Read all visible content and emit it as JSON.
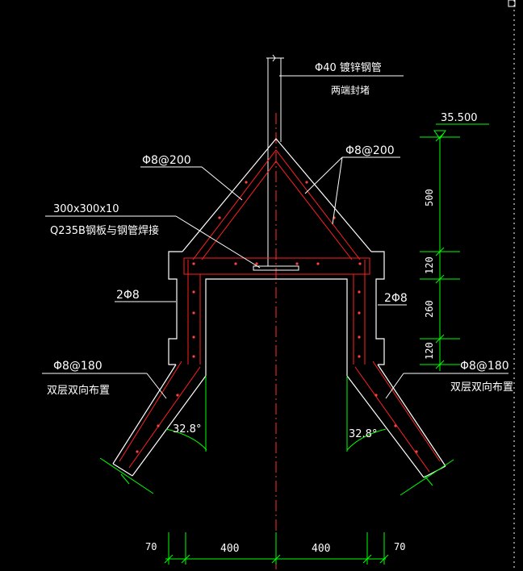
{
  "labels": {
    "pipe": "Φ40 镀锌钢管",
    "pipe_note": "两端封堵",
    "rebar_left_top": "Φ8@200",
    "rebar_right_top": "Φ8@200",
    "plate": "300x300x10",
    "plate_note": "Q235B钢板与钢管焊接",
    "bars_left": "2Φ8",
    "bars_right": "2Φ8",
    "rebar_left_bottom": "Φ8@180",
    "rebar_left_bottom_note": "双层双向布置",
    "rebar_right_bottom": "Φ8@180",
    "rebar_right_bottom_note": "双层双向布置",
    "angle_left": "32.8°",
    "angle_right": "32.8°",
    "elevation": "35.500"
  },
  "dims_vertical": [
    "500",
    "120",
    "260",
    "120"
  ],
  "dims_horizontal": [
    "70",
    "400",
    "400",
    "70"
  ],
  "colors": {
    "background": "#000000",
    "outline": "#ffffff",
    "rebar": "#ff2020",
    "dimension": "#00ff00",
    "axis": "#ff3030",
    "leader": "#ffffff"
  }
}
